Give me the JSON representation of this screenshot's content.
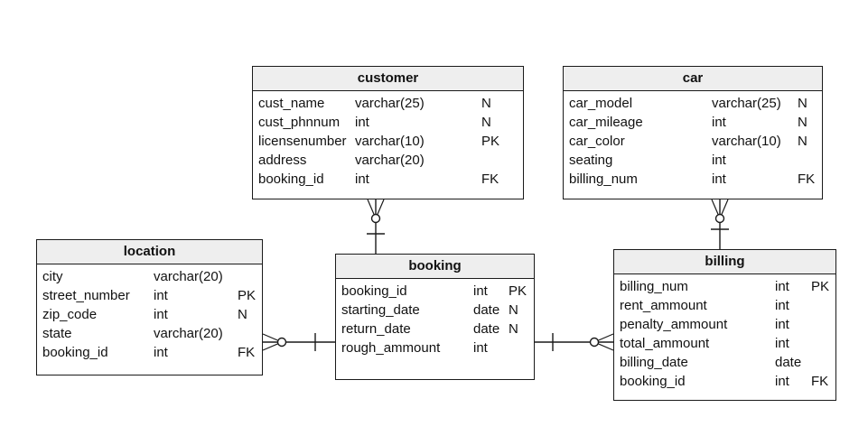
{
  "diagram": {
    "tables": [
      {
        "key": "customer",
        "name": "customer",
        "cols": [
          113,
          253
        ],
        "rows": [
          [
            "cust_name",
            "varchar(25)",
            "N"
          ],
          [
            "cust_phnnum",
            "int",
            "N"
          ],
          [
            "licensenumber",
            "varchar(10)",
            "PK"
          ],
          [
            "address",
            "varchar(20)",
            ""
          ],
          [
            "booking_id",
            "int",
            "FK"
          ]
        ]
      },
      {
        "key": "car",
        "name": "car",
        "cols": [
          164,
          259
        ],
        "rows": [
          [
            "car_model",
            "varchar(25)",
            "N"
          ],
          [
            "car_mileage",
            "int",
            "N"
          ],
          [
            "car_color",
            "varchar(10)",
            "N"
          ],
          [
            "seating",
            "int",
            ""
          ],
          [
            "billing_num",
            "int",
            "FK"
          ]
        ]
      },
      {
        "key": "location",
        "name": "location",
        "cols": [
          129,
          222
        ],
        "rows": [
          [
            "city",
            "varchar(20)",
            ""
          ],
          [
            "street_number",
            "int",
            "PK"
          ],
          [
            "zip_code",
            "int",
            "N"
          ],
          [
            "state",
            "varchar(20)",
            ""
          ],
          [
            "booking_id",
            "int",
            "FK"
          ]
        ]
      },
      {
        "key": "booking",
        "name": "booking",
        "cols": [
          152,
          191
        ],
        "rows": [
          [
            "booking_id",
            "int",
            "PK"
          ],
          [
            "starting_date",
            "date",
            "N"
          ],
          [
            "return_date",
            "date",
            "N"
          ],
          [
            "rough_ammount",
            "int",
            ""
          ]
        ]
      },
      {
        "key": "billing",
        "name": "billing",
        "cols": [
          178,
          218
        ],
        "rows": [
          [
            "billing_num",
            "int",
            "PK"
          ],
          [
            "rent_ammount",
            "int",
            ""
          ],
          [
            "penalty_ammount",
            "int",
            ""
          ],
          [
            "total_ammount",
            "int",
            ""
          ],
          [
            "billing_date",
            "date",
            ""
          ],
          [
            "booking_id",
            "int",
            "FK"
          ]
        ]
      }
    ],
    "relationships": [
      {
        "from": "customer",
        "to": "booking",
        "from_cardinality": "zero-or-many",
        "to_cardinality": "one"
      },
      {
        "from": "car",
        "to": "billing",
        "from_cardinality": "zero-or-many",
        "to_cardinality": "one"
      },
      {
        "from": "location",
        "to": "booking",
        "from_cardinality": "zero-or-many",
        "to_cardinality": "one"
      },
      {
        "from": "billing",
        "to": "booking",
        "from_cardinality": "zero-or-many",
        "to_cardinality": "one"
      }
    ],
    "colors": {
      "line": "#1a1a1a",
      "header_fill": "#eeeeee",
      "body_fill": "#ffffff"
    }
  }
}
